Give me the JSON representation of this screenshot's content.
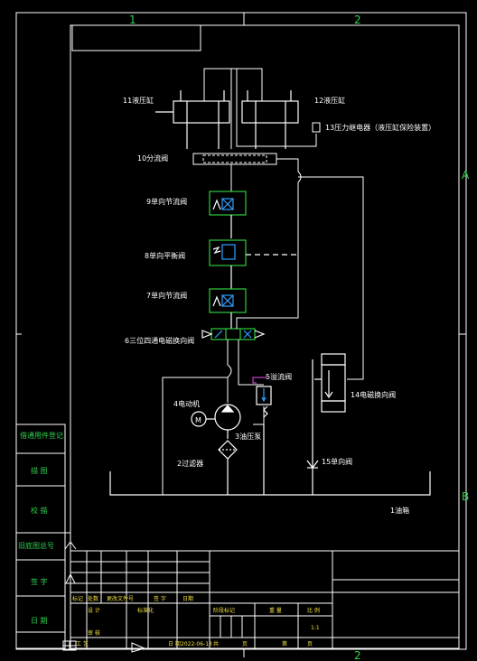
{
  "zones": {
    "top": [
      "1",
      "2"
    ],
    "bottom": [
      "2"
    ],
    "right": [
      "A",
      "B"
    ]
  },
  "components": {
    "c1": "1油箱",
    "c2": "2过滤器",
    "c3": "3油压泵",
    "c4": "4电动机",
    "c5": "5溢流阀",
    "c6": "6三位四通电磁换向阀",
    "c7": "7单向节流阀",
    "c8": "8单向平衡阀",
    "c9": "9单向节流阀",
    "c10": "10分流阀",
    "c11": "11液压缸",
    "c12": "12液压缸",
    "c13": "13压力继电器（液压缸保险装置）",
    "c14": "14电磁换向阀",
    "c15": "15单向阀",
    "motor_symbol": "M"
  },
  "side_labels": [
    "借通用件登记",
    "描 图",
    "校 描",
    "旧底图总号",
    "签 字",
    "日 期"
  ],
  "title_block": {
    "row1": [
      "标记",
      "处数",
      "更改文件号",
      "签 字",
      "日期"
    ],
    "row2": [
      "设 计",
      "标准化",
      "阶段标记",
      "重 量",
      "比 例"
    ],
    "scale": "1:1",
    "row3": [
      "审 核"
    ],
    "row4": [
      "工 艺",
      "日 期",
      "2022-06-13",
      "共",
      "页",
      "第",
      "页"
    ]
  },
  "colors": {
    "line": "#ffffff",
    "frame": "#ffffff",
    "component": "#2ecc40",
    "valve": "#30a0ff",
    "text": "#ffffff",
    "accent": "#c040c0",
    "title_text": "#f0e040"
  }
}
